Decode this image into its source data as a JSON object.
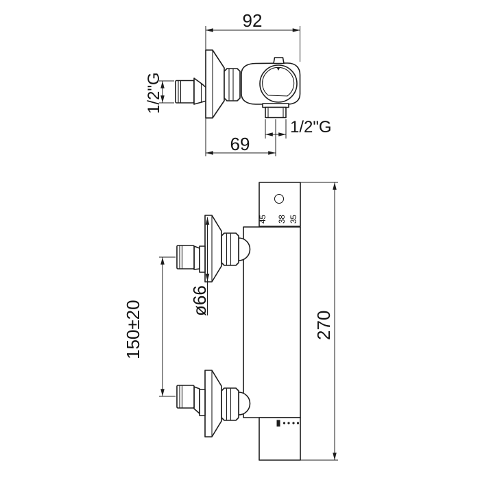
{
  "drawing": {
    "background_color": "#ffffff",
    "line_color": "#1c1c1c"
  },
  "views": {
    "top_view": {
      "dim_width": "92",
      "dim_outlet_offset": "69",
      "inlet_thread": "1/2\"G",
      "outlet_thread": "1/2\"G"
    },
    "front_view": {
      "dim_height": "270",
      "dim_inlet_spacing": "150±20",
      "dim_escutcheon_diameter": "ø66",
      "temp_scale": [
        "45",
        "38",
        "35"
      ]
    }
  }
}
